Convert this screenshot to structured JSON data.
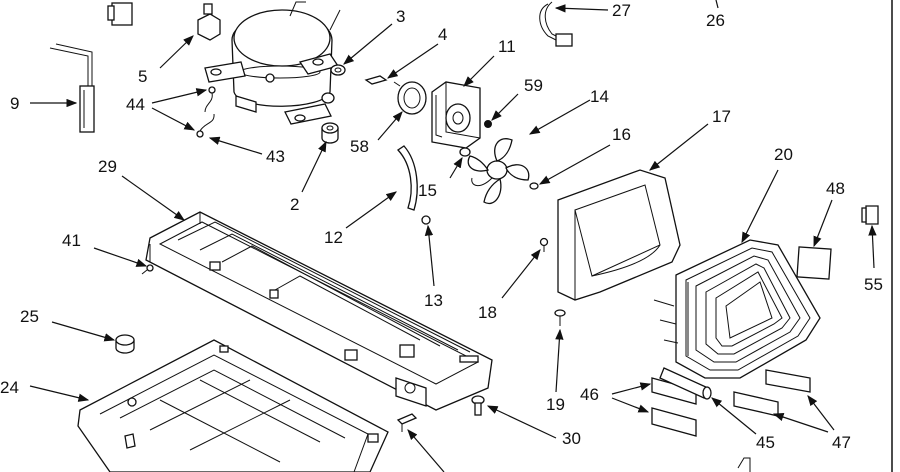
{
  "diagram": {
    "callouts": [
      {
        "id": "c2",
        "text": "2"
      },
      {
        "id": "c3",
        "text": "3"
      },
      {
        "id": "c4",
        "text": "4"
      },
      {
        "id": "c5",
        "text": "5"
      },
      {
        "id": "c9",
        "text": "9"
      },
      {
        "id": "c11",
        "text": "11"
      },
      {
        "id": "c12",
        "text": "12"
      },
      {
        "id": "c13",
        "text": "13"
      },
      {
        "id": "c14",
        "text": "14"
      },
      {
        "id": "c15",
        "text": "15"
      },
      {
        "id": "c16",
        "text": "16"
      },
      {
        "id": "c17",
        "text": "17"
      },
      {
        "id": "c18",
        "text": "18"
      },
      {
        "id": "c19",
        "text": "19"
      },
      {
        "id": "c20",
        "text": "20"
      },
      {
        "id": "c24",
        "text": "24"
      },
      {
        "id": "c25",
        "text": "25"
      },
      {
        "id": "c26",
        "text": "26"
      },
      {
        "id": "c27",
        "text": "27"
      },
      {
        "id": "c29",
        "text": "29"
      },
      {
        "id": "c30",
        "text": "30"
      },
      {
        "id": "c41",
        "text": "41"
      },
      {
        "id": "c43",
        "text": "43"
      },
      {
        "id": "c44",
        "text": "44"
      },
      {
        "id": "c45",
        "text": "45"
      },
      {
        "id": "c46",
        "text": "46"
      },
      {
        "id": "c47",
        "text": "47"
      },
      {
        "id": "c48",
        "text": "48"
      },
      {
        "id": "c55",
        "text": "55"
      },
      {
        "id": "c58",
        "text": "58"
      },
      {
        "id": "c59",
        "text": "59"
      }
    ]
  }
}
